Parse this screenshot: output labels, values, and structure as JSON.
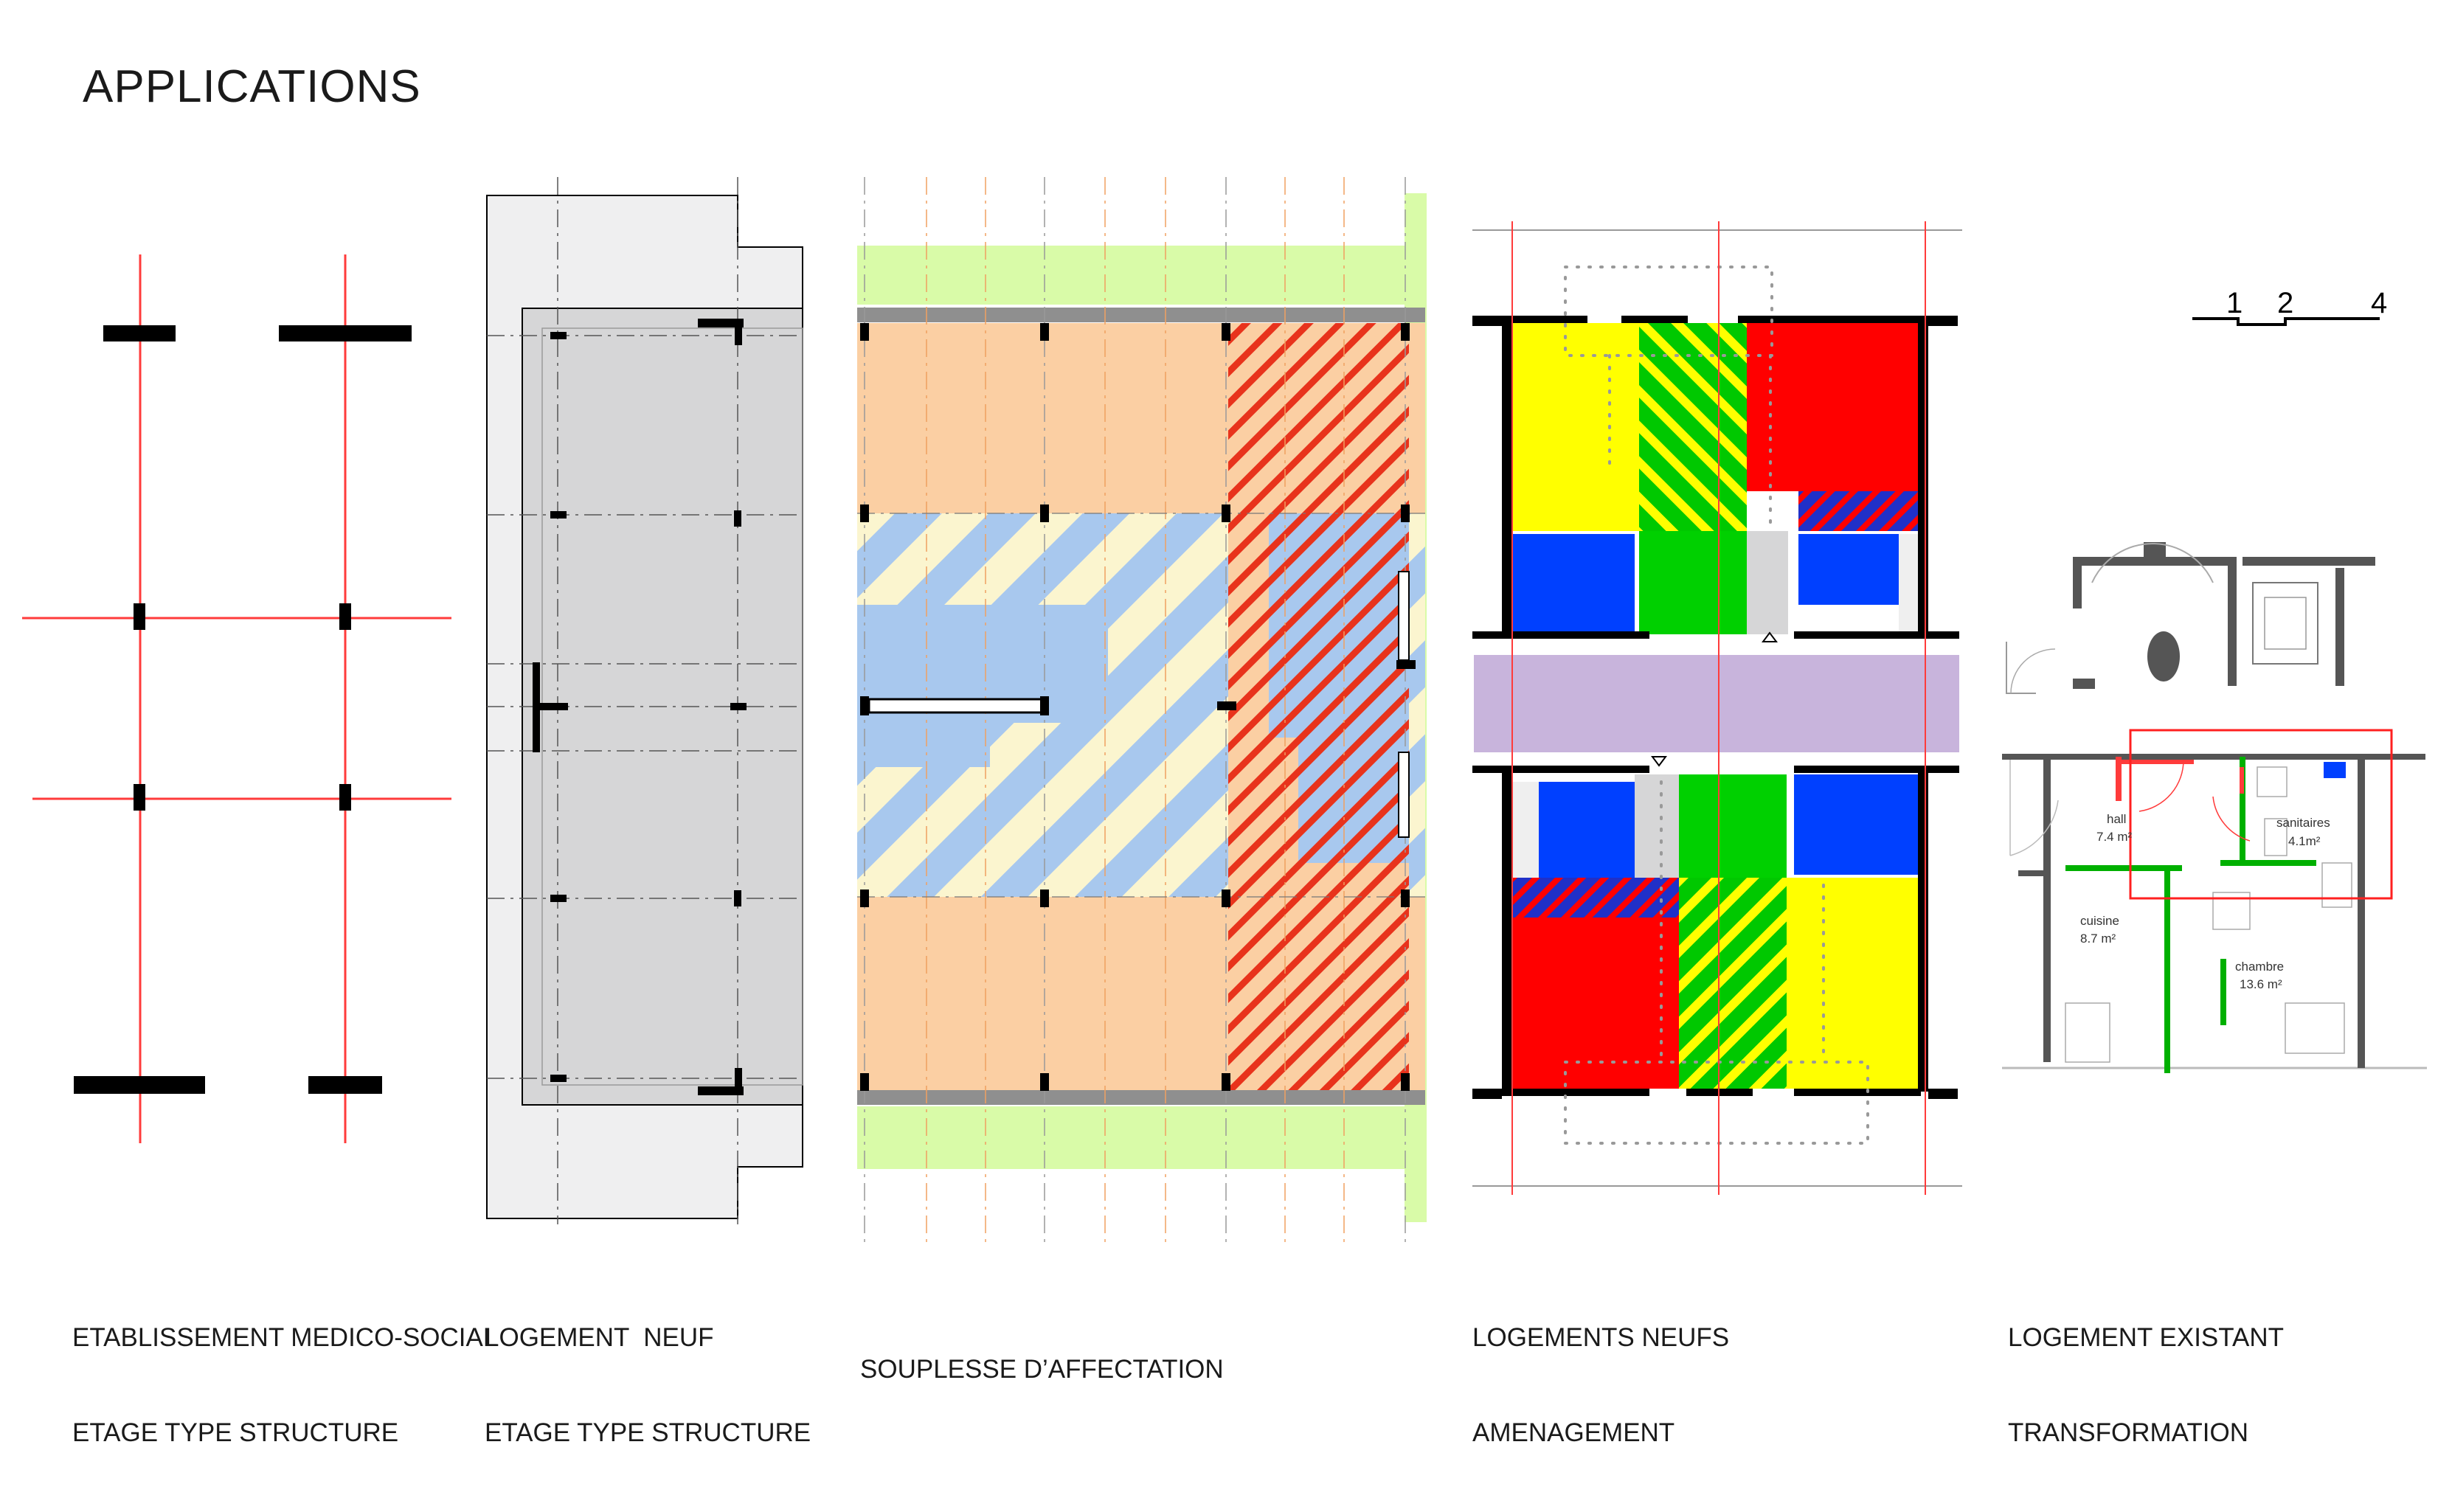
{
  "title": "APPLICATIONS",
  "colors": {
    "axis_red": "#ff3b3b",
    "structure_black": "#000000",
    "slab_grey": "#d6d6d7",
    "outer_grey": "#efeff0",
    "orange_zone": "#fbcfa3",
    "blue_zone": "#a8c8ee",
    "green_strip": "#d9fba8",
    "yellow_room": "#ffff00",
    "red_room": "#ff0000",
    "green_room": "#00d000",
    "blue_room": "#0040ff",
    "corridor": "#c8b4dc"
  },
  "captions": [
    {
      "line1": "ETABLISSEMENT MEDICO-SOCIAL",
      "line2": "ETAGE TYPE STRUCTURE"
    },
    {
      "line1": "LOGEMENT  NEUF",
      "line2": "ETAGE TYPE STRUCTURE"
    },
    {
      "line1": "SOUPLESSE D’AFFECTATION",
      "line2": ""
    },
    {
      "line1": "LOGEMENTS NEUFS",
      "line2": "AMENAGEMENT"
    },
    {
      "line1": "LOGEMENT EXISTANT",
      "line2": "TRANSFORMATION"
    }
  ],
  "scale_bar": {
    "labels": [
      "1",
      "2",
      "4"
    ]
  },
  "rooms": {
    "hall": {
      "name": "hall",
      "area": "7.4 m²"
    },
    "sanitaires": {
      "name": "sanitaires",
      "area": "4.1m²"
    },
    "cuisine": {
      "name": "cuisine",
      "area": "8.7 m²"
    },
    "chambre": {
      "name": "chambre",
      "area": "13.6 m²"
    }
  }
}
